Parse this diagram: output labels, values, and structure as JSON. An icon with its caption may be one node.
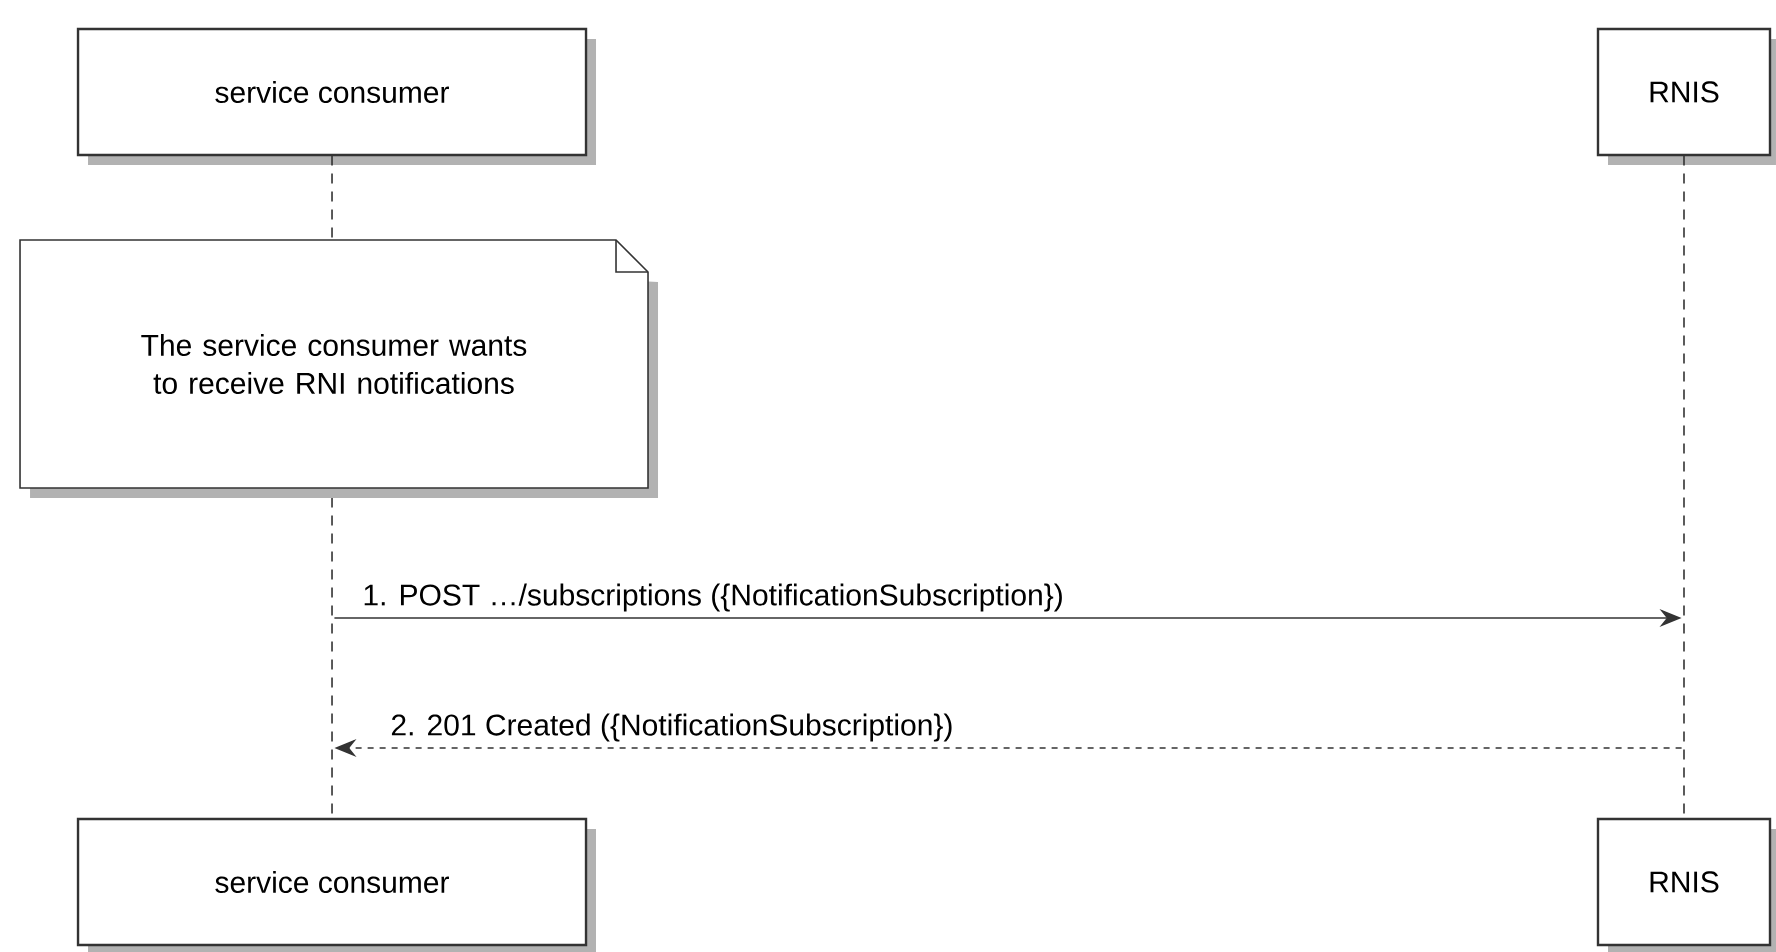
{
  "diagram": {
    "nodes": [
      {
        "text": [
          "service consumer"
        ]
      },
      {
        "text": [
          "RNIS"
        ]
      },
      {
        "text": [],
        "shape": "line"
      },
      {
        "text": [],
        "shape": "line"
      },
      {
        "text": [
          "The service consumer wants to receive RNI notifications"
        ]
      },
      {
        "text": [
          "service consumer"
        ]
      },
      {
        "text": [
          "RNIS"
        ]
      }
    ],
    "edges": [
      {
        "from": 2,
        "to": 3,
        "arrow": "to",
        "label": "1. POST …/subscriptions ({NotificationSubscription})"
      },
      {
        "from": 3,
        "to": 2,
        "arrow": "to",
        "style": "dashed",
        "label": "2. 201 Created ({NotificationSubscription})"
      }
    ]
  }
}
